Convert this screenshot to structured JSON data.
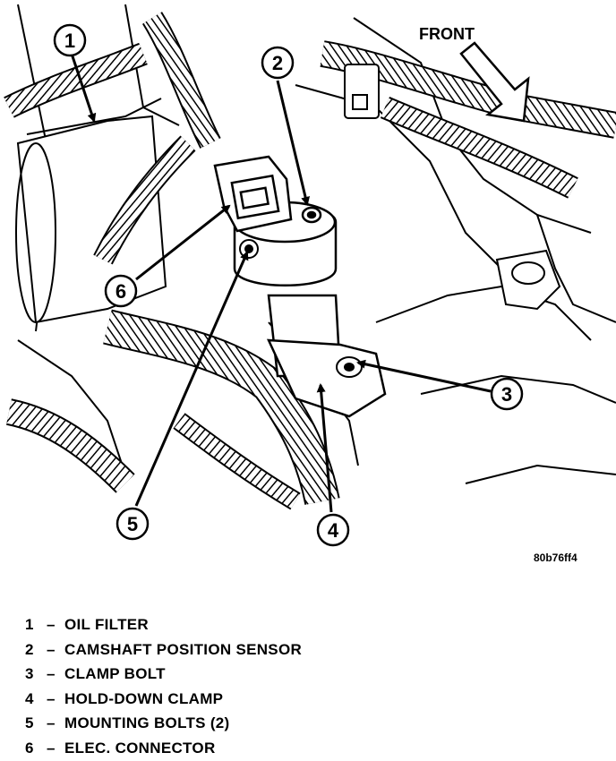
{
  "diagram": {
    "front_label": "FRONT",
    "figure_code": "80b76ff4",
    "callouts": [
      "1",
      "2",
      "3",
      "4",
      "5",
      "6"
    ]
  },
  "legend": [
    {
      "num": "1",
      "dash": "–",
      "text": "OIL FILTER"
    },
    {
      "num": "2",
      "dash": "–",
      "text": "CAMSHAFT POSITION SENSOR"
    },
    {
      "num": "3",
      "dash": "–",
      "text": "CLAMP BOLT"
    },
    {
      "num": "4",
      "dash": "–",
      "text": "HOLD-DOWN CLAMP"
    },
    {
      "num": "5",
      "dash": "–",
      "text": "MOUNTING BOLTS (2)"
    },
    {
      "num": "6",
      "dash": "–",
      "text": "ELEC. CONNECTOR"
    }
  ]
}
